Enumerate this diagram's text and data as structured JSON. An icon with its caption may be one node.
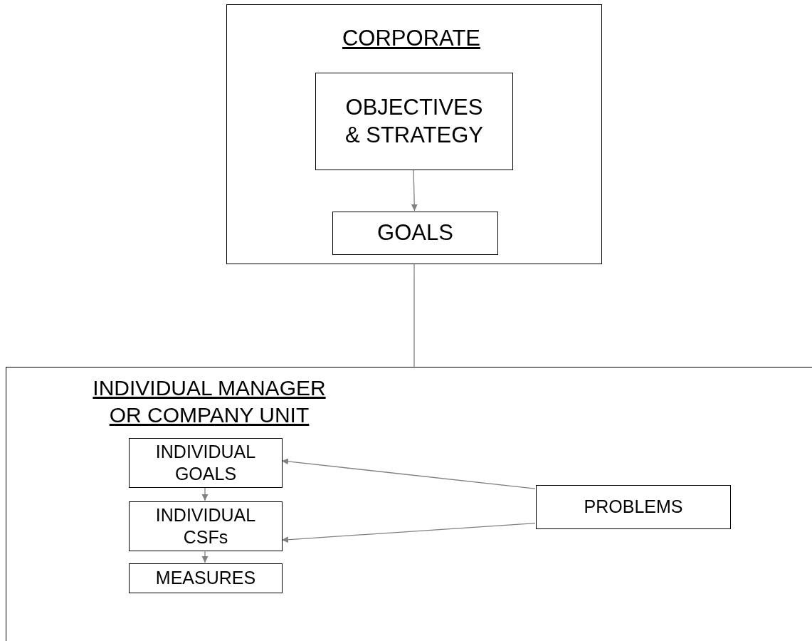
{
  "diagram": {
    "nodes": [
      {
        "text": [
          "CORPORATE"
        ]
      },
      {
        "text": [
          "OBJECTIVES & STRATEGY"
        ],
        "in": 0
      },
      {
        "text": [
          "GOALS"
        ],
        "in": 0
      },
      {
        "text": [
          "INDIVIDUAL MANAGER OR COMPANY UNIT"
        ]
      },
      {
        "text": [
          "INDIVIDUAL GOALS"
        ],
        "in": 3
      },
      {
        "text": [
          "INDIVIDUAL CSFs"
        ],
        "in": 3
      },
      {
        "text": [
          "MEASURES"
        ],
        "in": 3
      },
      {
        "text": [
          "PROBLEMS"
        ],
        "in": 3
      }
    ],
    "edges": [
      {
        "from": 1,
        "to": 2,
        "arrow": "to"
      },
      {
        "from": 0,
        "to": 3,
        "arrow": "none"
      },
      {
        "from": 4,
        "to": 5,
        "arrow": "to"
      },
      {
        "from": 5,
        "to": 6,
        "arrow": "to"
      },
      {
        "from": 7,
        "to": 4,
        "arrow": "to"
      },
      {
        "from": 7,
        "to": 5,
        "arrow": "to"
      }
    ]
  }
}
